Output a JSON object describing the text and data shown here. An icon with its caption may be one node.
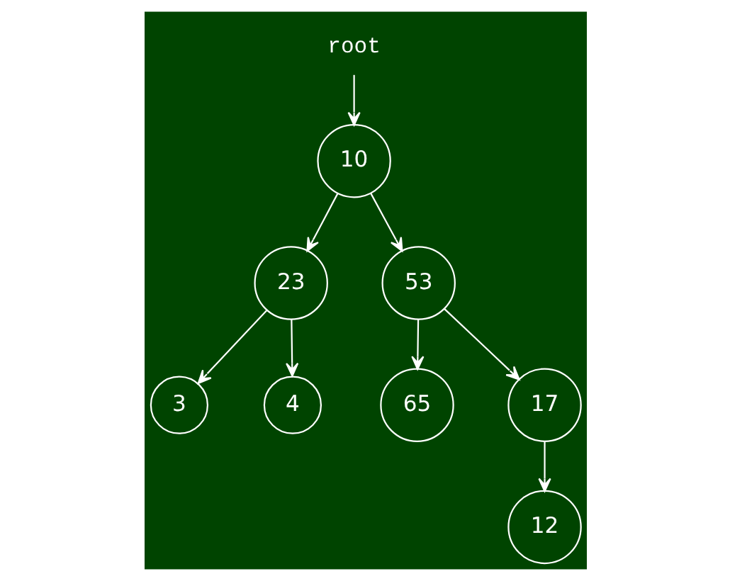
{
  "diagram": {
    "nodes": [
      {
        "text": [
          "root"
        ]
      },
      {
        "text": [
          "10"
        ]
      },
      {
        "text": [
          "23"
        ]
      },
      {
        "text": [
          "53"
        ]
      },
      {
        "text": [
          "3"
        ]
      },
      {
        "text": [
          "4"
        ]
      },
      {
        "text": [
          "65"
        ]
      },
      {
        "text": [
          "17"
        ]
      },
      {
        "text": [
          "12"
        ]
      }
    ],
    "edges": [
      {
        "from": 0,
        "to": 1,
        "arrow": "to"
      },
      {
        "from": 1,
        "to": 2,
        "arrow": "to"
      },
      {
        "from": 1,
        "to": 3,
        "arrow": "to"
      },
      {
        "from": 2,
        "to": 4,
        "arrow": "to"
      },
      {
        "from": 2,
        "to": 5,
        "arrow": "to"
      },
      {
        "from": 3,
        "to": 6,
        "arrow": "to"
      },
      {
        "from": 3,
        "to": 7,
        "arrow": "to"
      },
      {
        "from": 7,
        "to": 8,
        "arrow": "to"
      }
    ]
  }
}
